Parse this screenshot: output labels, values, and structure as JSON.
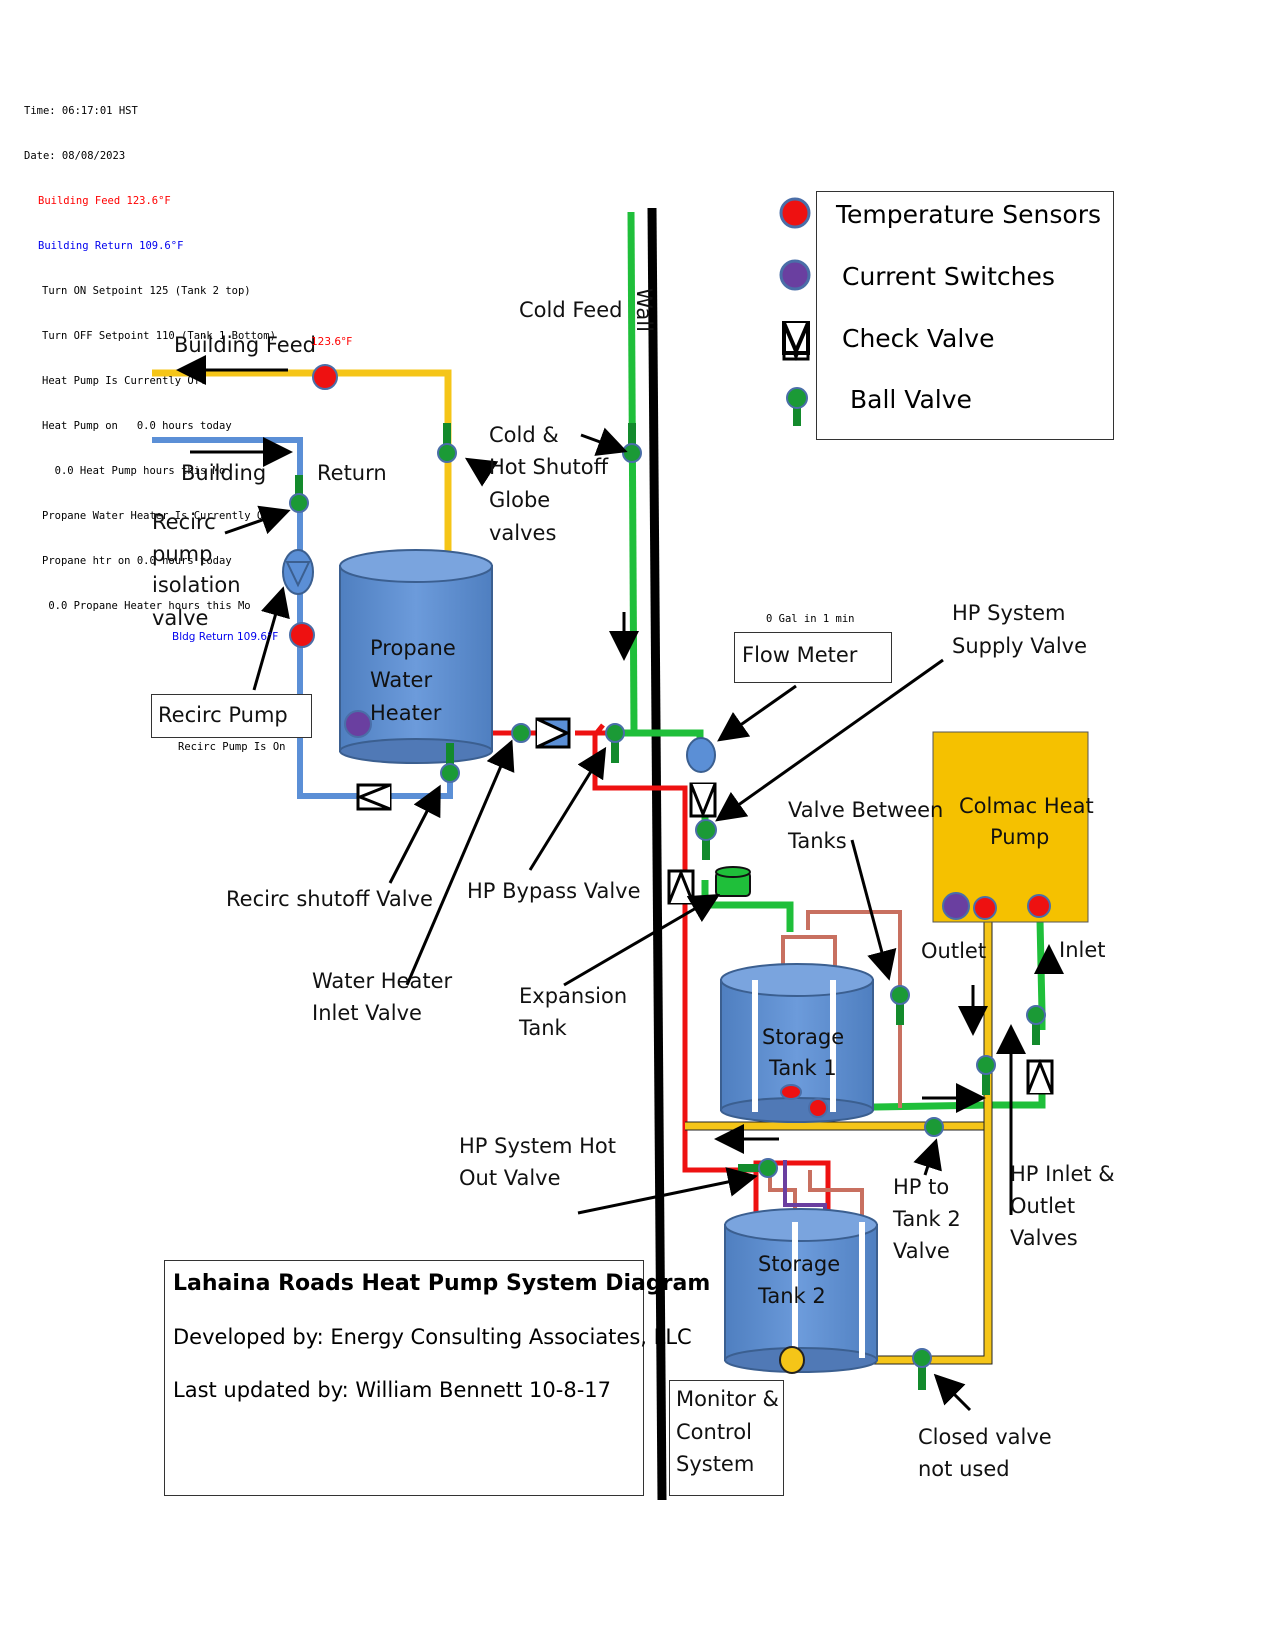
{
  "status": {
    "time": "Time: 06:17:01 HST",
    "date": "Date: 08/08/2023",
    "building_feed": "Building Feed 123.6°F",
    "building_return": "Building Return 109.6°F",
    "turn_on": "Turn ON Setpoint 125 (Tank 2 top)",
    "turn_off": "Turn OFF Setpoint 110 (Tank 1 Bottom)",
    "hp_state": "Heat Pump Is Currently Off",
    "hp_today": "Heat Pump on   0.0 hours today",
    "hp_month": "  0.0 Heat Pump hours this Mo",
    "propane_state": "Propane Water Heater Is Currently Off",
    "propane_today": "Propane htr on 0.0 hours today",
    "propane_month": " 0.0 Propane Heater hours this Mo",
    "colors": {
      "feed": "#ff0000",
      "return": "#0000ee"
    }
  },
  "legend": {
    "temp_sensors": "Temperature Sensors",
    "current_switches": "Current Switches",
    "check_valve": "Check Valve",
    "ball_valve": "Ball Valve"
  },
  "labels": {
    "building_feed": "Building Feed",
    "feed_temp": "123.6°F",
    "building": "Building",
    "return": "Return",
    "recirc_iso": [
      "Recirc",
      "pump",
      "isolation",
      "valve"
    ],
    "bldg_return_temp": "Bldg Return 109.6°F",
    "recirc_pump": "Recirc Pump",
    "recirc_pump_status": "Recirc Pump Is On",
    "cold_feed": "Cold Feed",
    "wall": "Wall",
    "shutoff": [
      "Cold &",
      "Hot Shutoff",
      "Globe",
      "valves"
    ],
    "propane_heater": [
      "Propane",
      "Water",
      "Heater"
    ],
    "flow_reading": "0 Gal in 1 min",
    "flow_meter": "Flow Meter",
    "hp_supply": [
      "HP System",
      "Supply  Valve"
    ],
    "colmac": [
      "Colmac Heat",
      "Pump"
    ],
    "valve_between": [
      "Valve Between",
      "Tanks"
    ],
    "outlet": "Outlet",
    "inlet": "Inlet",
    "recirc_shutoff": "Recirc shutoff Valve",
    "hp_bypass": "HP Bypass Valve",
    "wh_inlet": [
      "Water Heater",
      "Inlet Valve"
    ],
    "expansion": [
      "Expansion",
      "Tank"
    ],
    "tank1": [
      "Storage",
      "Tank 1"
    ],
    "hp_hot_out": [
      "HP System Hot",
      "Out Valve"
    ],
    "hp_tank2": [
      "HP to",
      "Tank 2",
      "Valve"
    ],
    "hp_inlet_outlet": [
      "HP Inlet &",
      "Outlet",
      "Valves"
    ],
    "tank2": [
      "Storage",
      "Tank 2"
    ],
    "monitor": [
      "Monitor &",
      "Control",
      "System"
    ],
    "closed_valve": [
      "Closed valve",
      "not used"
    ]
  },
  "title_box": {
    "title": "Lahaina Roads Heat Pump System Diagram",
    "developed": "Developed by: Energy Consulting Associates, LLC",
    "updated": "Last updated by:  William Bennett 10-8-17"
  },
  "colors": {
    "hot_yellow": "#f5c518",
    "return_blue": "#5b8fd6",
    "cold_green": "#1fbf3a",
    "hot_red": "#ee1111",
    "tank_pink": "#c87060",
    "tank_blue": "#5b8ecf",
    "colmac": "#f5c100",
    "sensor_red": "#ee1111",
    "switch_purple": "#6a3fa0"
  }
}
